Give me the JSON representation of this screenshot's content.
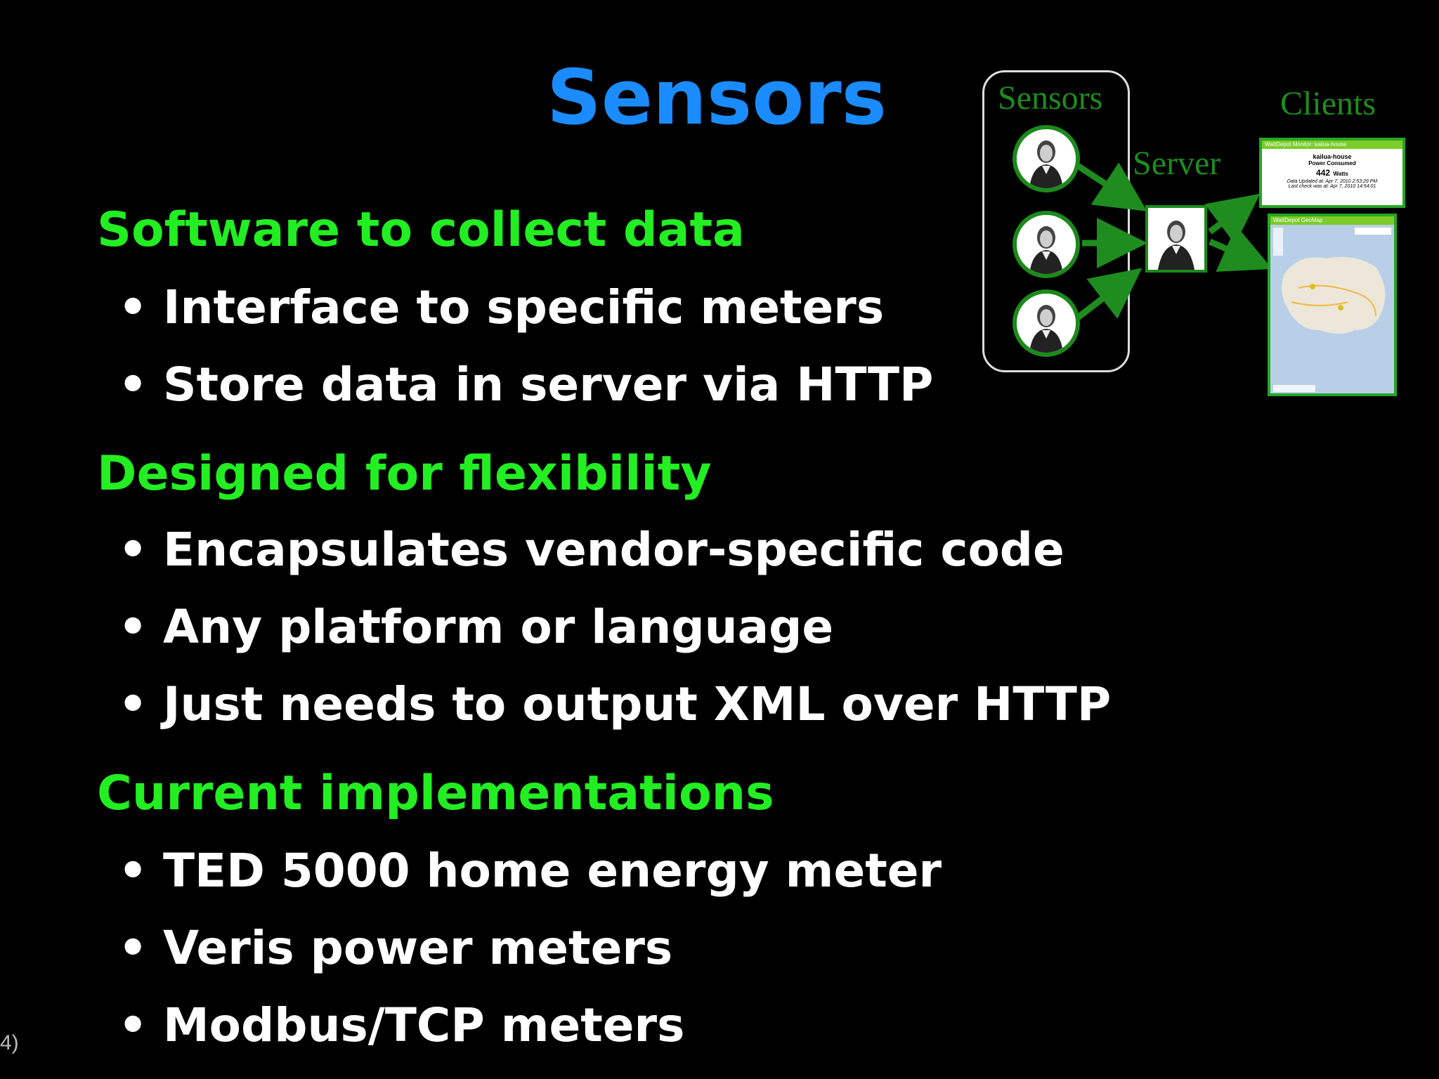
{
  "slide": {
    "title": "Sensors",
    "slide_number": "4)"
  },
  "sections": [
    {
      "heading": "Software to collect data",
      "bullets": [
        "Interface to specific meters",
        "Store data in server via HTTP"
      ]
    },
    {
      "heading": "Designed for flexibility",
      "bullets": [
        "Encapsulates vendor-specific code",
        "Any platform or language",
        "Just needs to output XML over HTTP"
      ]
    },
    {
      "heading": "Current implementations",
      "bullets": [
        "TED 5000 home energy meter",
        "Veris power meters",
        "Modbus/TCP meters"
      ]
    }
  ],
  "bullet_glyph": "•",
  "diagram": {
    "sensors_label": "Sensors",
    "server_label": "Server",
    "clients_label": "Clients",
    "monitor_panel": {
      "title_bar": "WattDepot Monitor: kailua-house",
      "source": "kailua-house",
      "metric": "Power Consumed",
      "value": "442",
      "unit": "Watts",
      "updated": "Data Updated at: Apr 7, 2010 2:53:29 PM",
      "last_check": "Last check was at: Apr 7, 2010 14:54:01"
    },
    "map_panel": {
      "title_bar": "WattDepot GeoMap"
    },
    "colors": {
      "arrow": "#1e8c1e",
      "label": "#1e8c1e",
      "frame": "#26a626"
    }
  },
  "colors": {
    "background": "#000000",
    "title": "#1a8cff",
    "heading": "#22ee22",
    "bullet_text": "#ffffff"
  }
}
